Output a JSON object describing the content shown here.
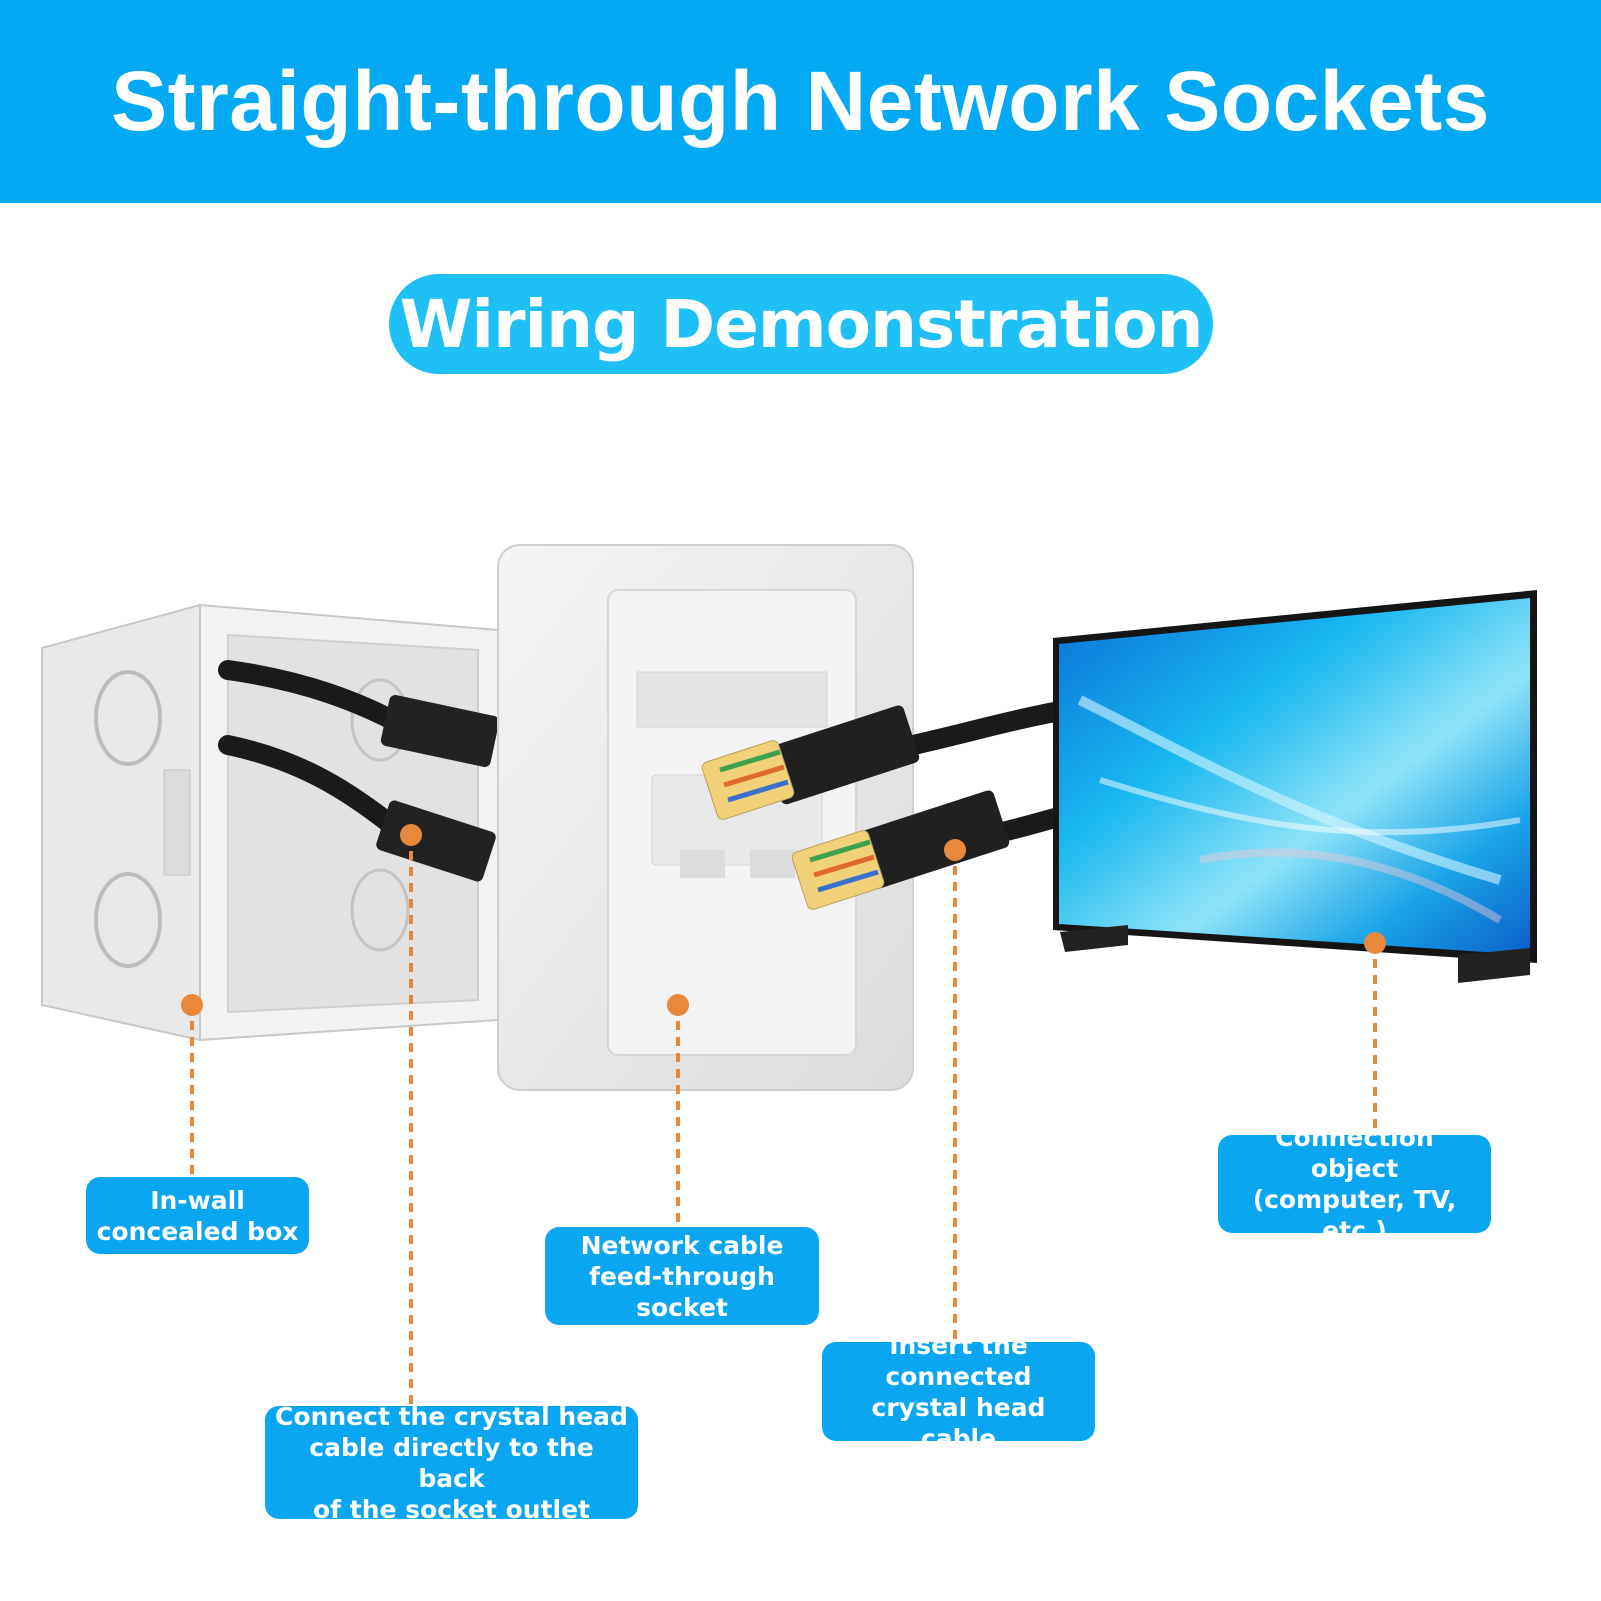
{
  "header": {
    "title": "Straight-through Network Sockets",
    "background": "#04a9f4"
  },
  "subtitle": {
    "text": "Wiring Demonstration",
    "background": "#1fc0f6"
  },
  "callouts": {
    "in_wall_box": "In-wall\nconcealed box",
    "back_connection": "Connect the crystal head\ncable directly to the back\nof the socket outlet",
    "feed_through_socket": "Network cable\nfeed-through socket",
    "insert_cable": "Insert the connected\ncrystal head cable",
    "connection_object": "Connection object\n(computer, TV, etc.)"
  },
  "colors": {
    "label_bg": "#0aa6f1",
    "leader_line": "#e8883c",
    "cable": "#1a1a1a"
  }
}
